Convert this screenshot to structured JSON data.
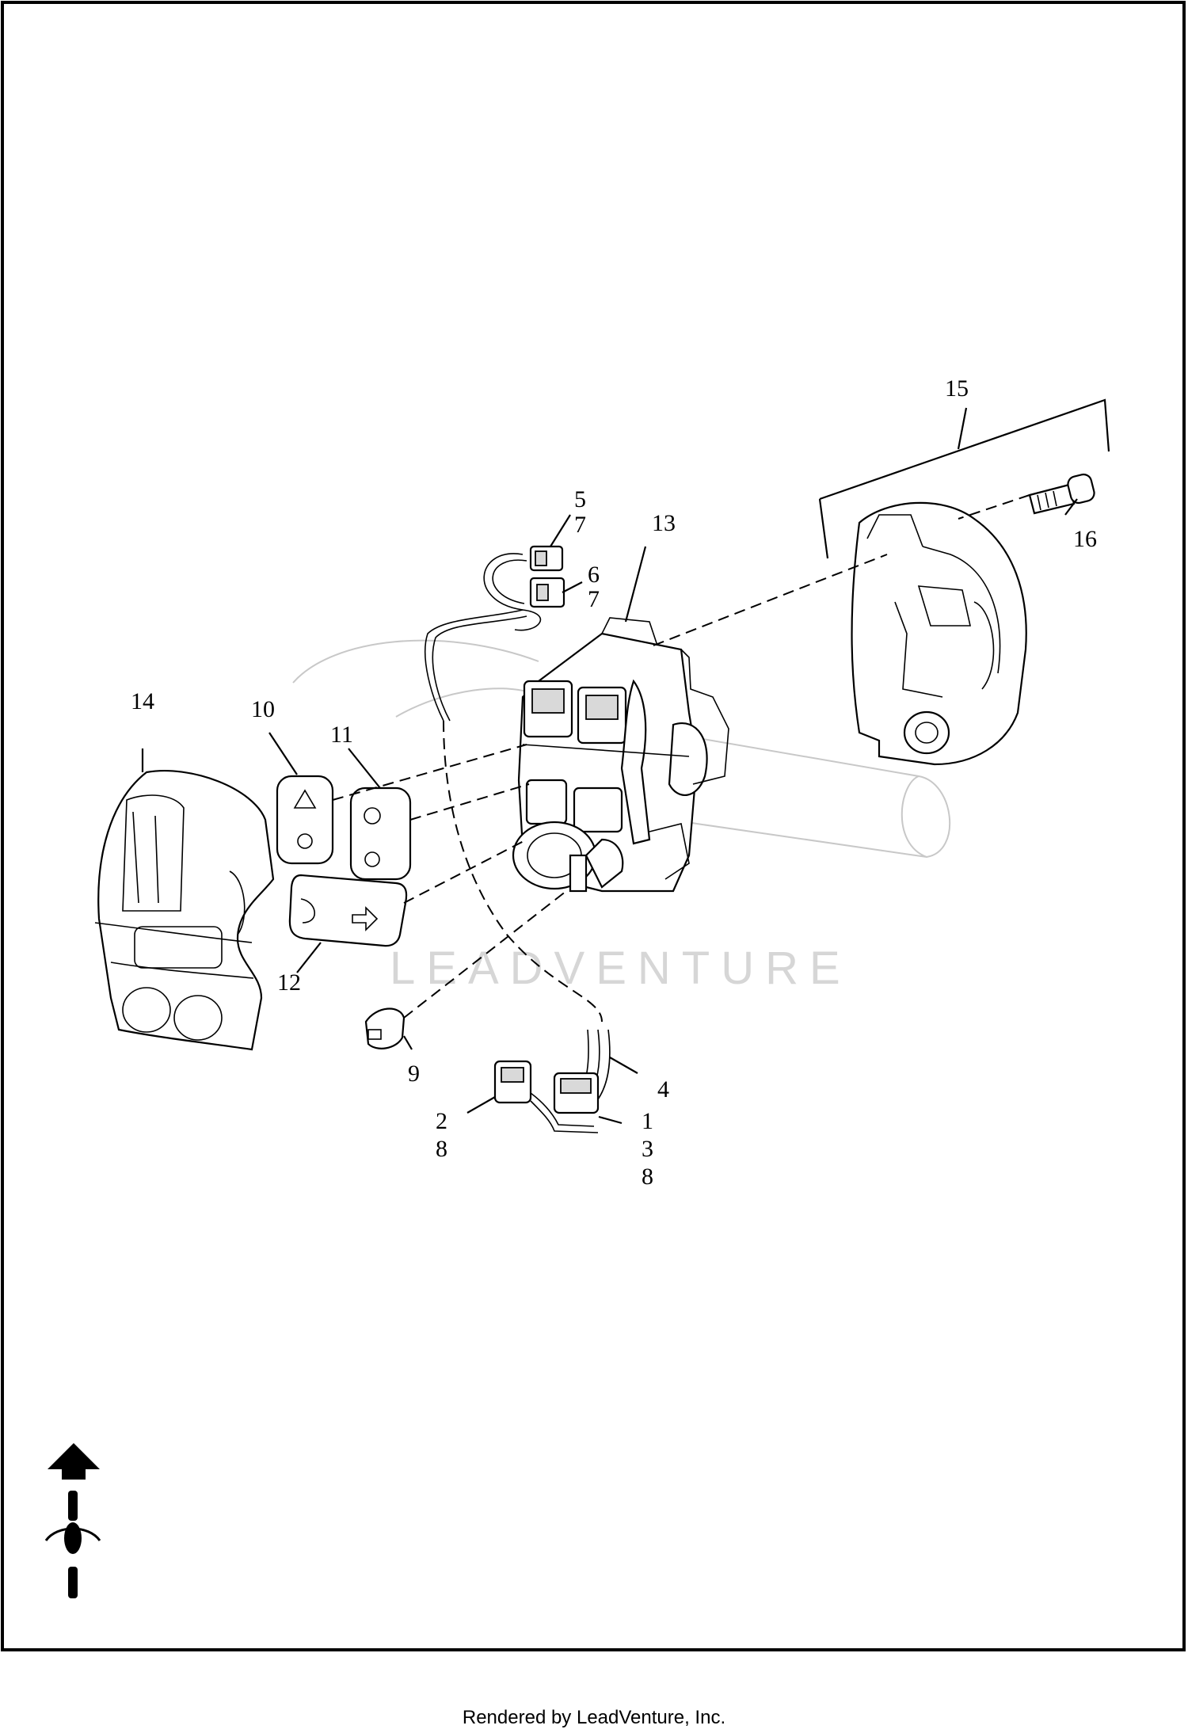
{
  "diagram": {
    "callouts": {
      "c1": "1",
      "c2": "2",
      "c3": "3",
      "c4": "4",
      "c5": "5",
      "c6": "6",
      "c7a": "7",
      "c7b": "7",
      "c8a": "8",
      "c8b": "8",
      "c9": "9",
      "c10": "10",
      "c11": "11",
      "c12": "12",
      "c13": "13",
      "c14": "14",
      "c15": "15",
      "c16": "16"
    },
    "watermark": "LEADVENTURE",
    "orientation_icon": "front-direction-arrow-icon"
  },
  "footer": {
    "credit": "Rendered by LeadVenture, Inc."
  },
  "colors": {
    "line": "#000000",
    "ghost_handlebar": "#c8c8c8",
    "watermark": "#d6d6d6",
    "background": "#ffffff"
  }
}
